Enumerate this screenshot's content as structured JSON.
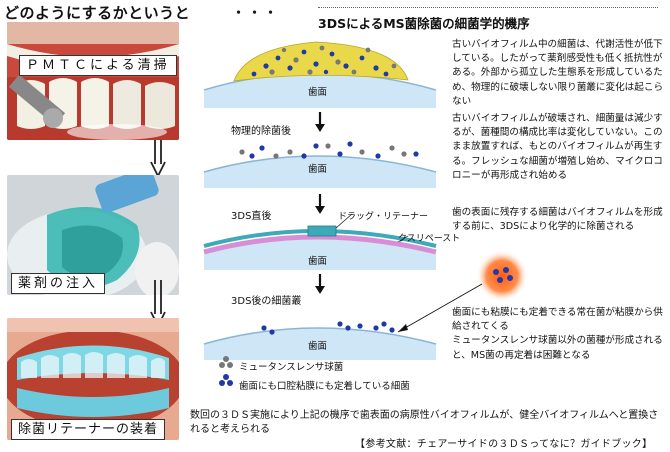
{
  "header": {
    "heading": "どのようにするかというと",
    "dots": "・・・"
  },
  "photos": [
    {
      "label": "ＰＭＴＣによる清掃"
    },
    {
      "label": "薬剤の注入"
    },
    {
      "label": "除菌リテーナーの装着"
    }
  ],
  "diagram": {
    "title": "3DSによるMS菌除菌の細菌学的機序",
    "tooth_surface": "歯面",
    "stages": [
      {
        "label": "",
        "description": "古いバイオフィルム中の細菌は、代謝活性が低下している。したがって薬剤感受性も低く抵抗性がある。外部から孤立した生態系を形成しているため、物理的に破壊しない限り菌叢に変化は起こらない"
      },
      {
        "label": "物理的除菌後",
        "description": "古いバイオフィルムが破壊され、細菌量は減少するが、菌種間の構成比率は変化していない。このまま放置すれば、もとのバイオフィルムが再生する。フレッシュな細菌が増殖し始め、マイクロコロニーが再形成され始める"
      },
      {
        "label": "3DS直後",
        "description": "歯の表面に残存する細菌はバイオフィルムを形成する前に、3DSにより化学的に除菌される",
        "callouts": [
          "ドラッグ・リテーナー",
          "クスリペースト"
        ]
      },
      {
        "label": "3DS後の細菌叢",
        "description": "歯面にも粘膜にも定着できる常在菌が粘膜から供給されてくる\nミュータンスレンサ球菌以外の菌種が形成されると、MS菌の再定着は困難となる"
      }
    ],
    "legend": [
      {
        "label": "ミュータンスレンサ球菌",
        "color": "#777777"
      },
      {
        "label": "歯面にも口腔粘膜にも定着している細菌",
        "color": "#1f3aa8"
      }
    ]
  },
  "footer": {
    "text": "数回の３ＤＳ実施により上記の機序で歯表面の病原性バイオフィルムが、健全バイオフィルムへと置換されると考えられる",
    "reference": "【参考文献：チェアーサイドの３ＤＳってなに？ガイドブック】"
  },
  "colors": {
    "biofilm": "#e8d84a",
    "tooth": "#cfe6f7",
    "paste": "#d88ed6",
    "retainer": "#3ea9b8",
    "mucosa": "#ff7a30",
    "blue_bacteria": "#1f3aa8",
    "grey_bacteria": "#777777"
  }
}
